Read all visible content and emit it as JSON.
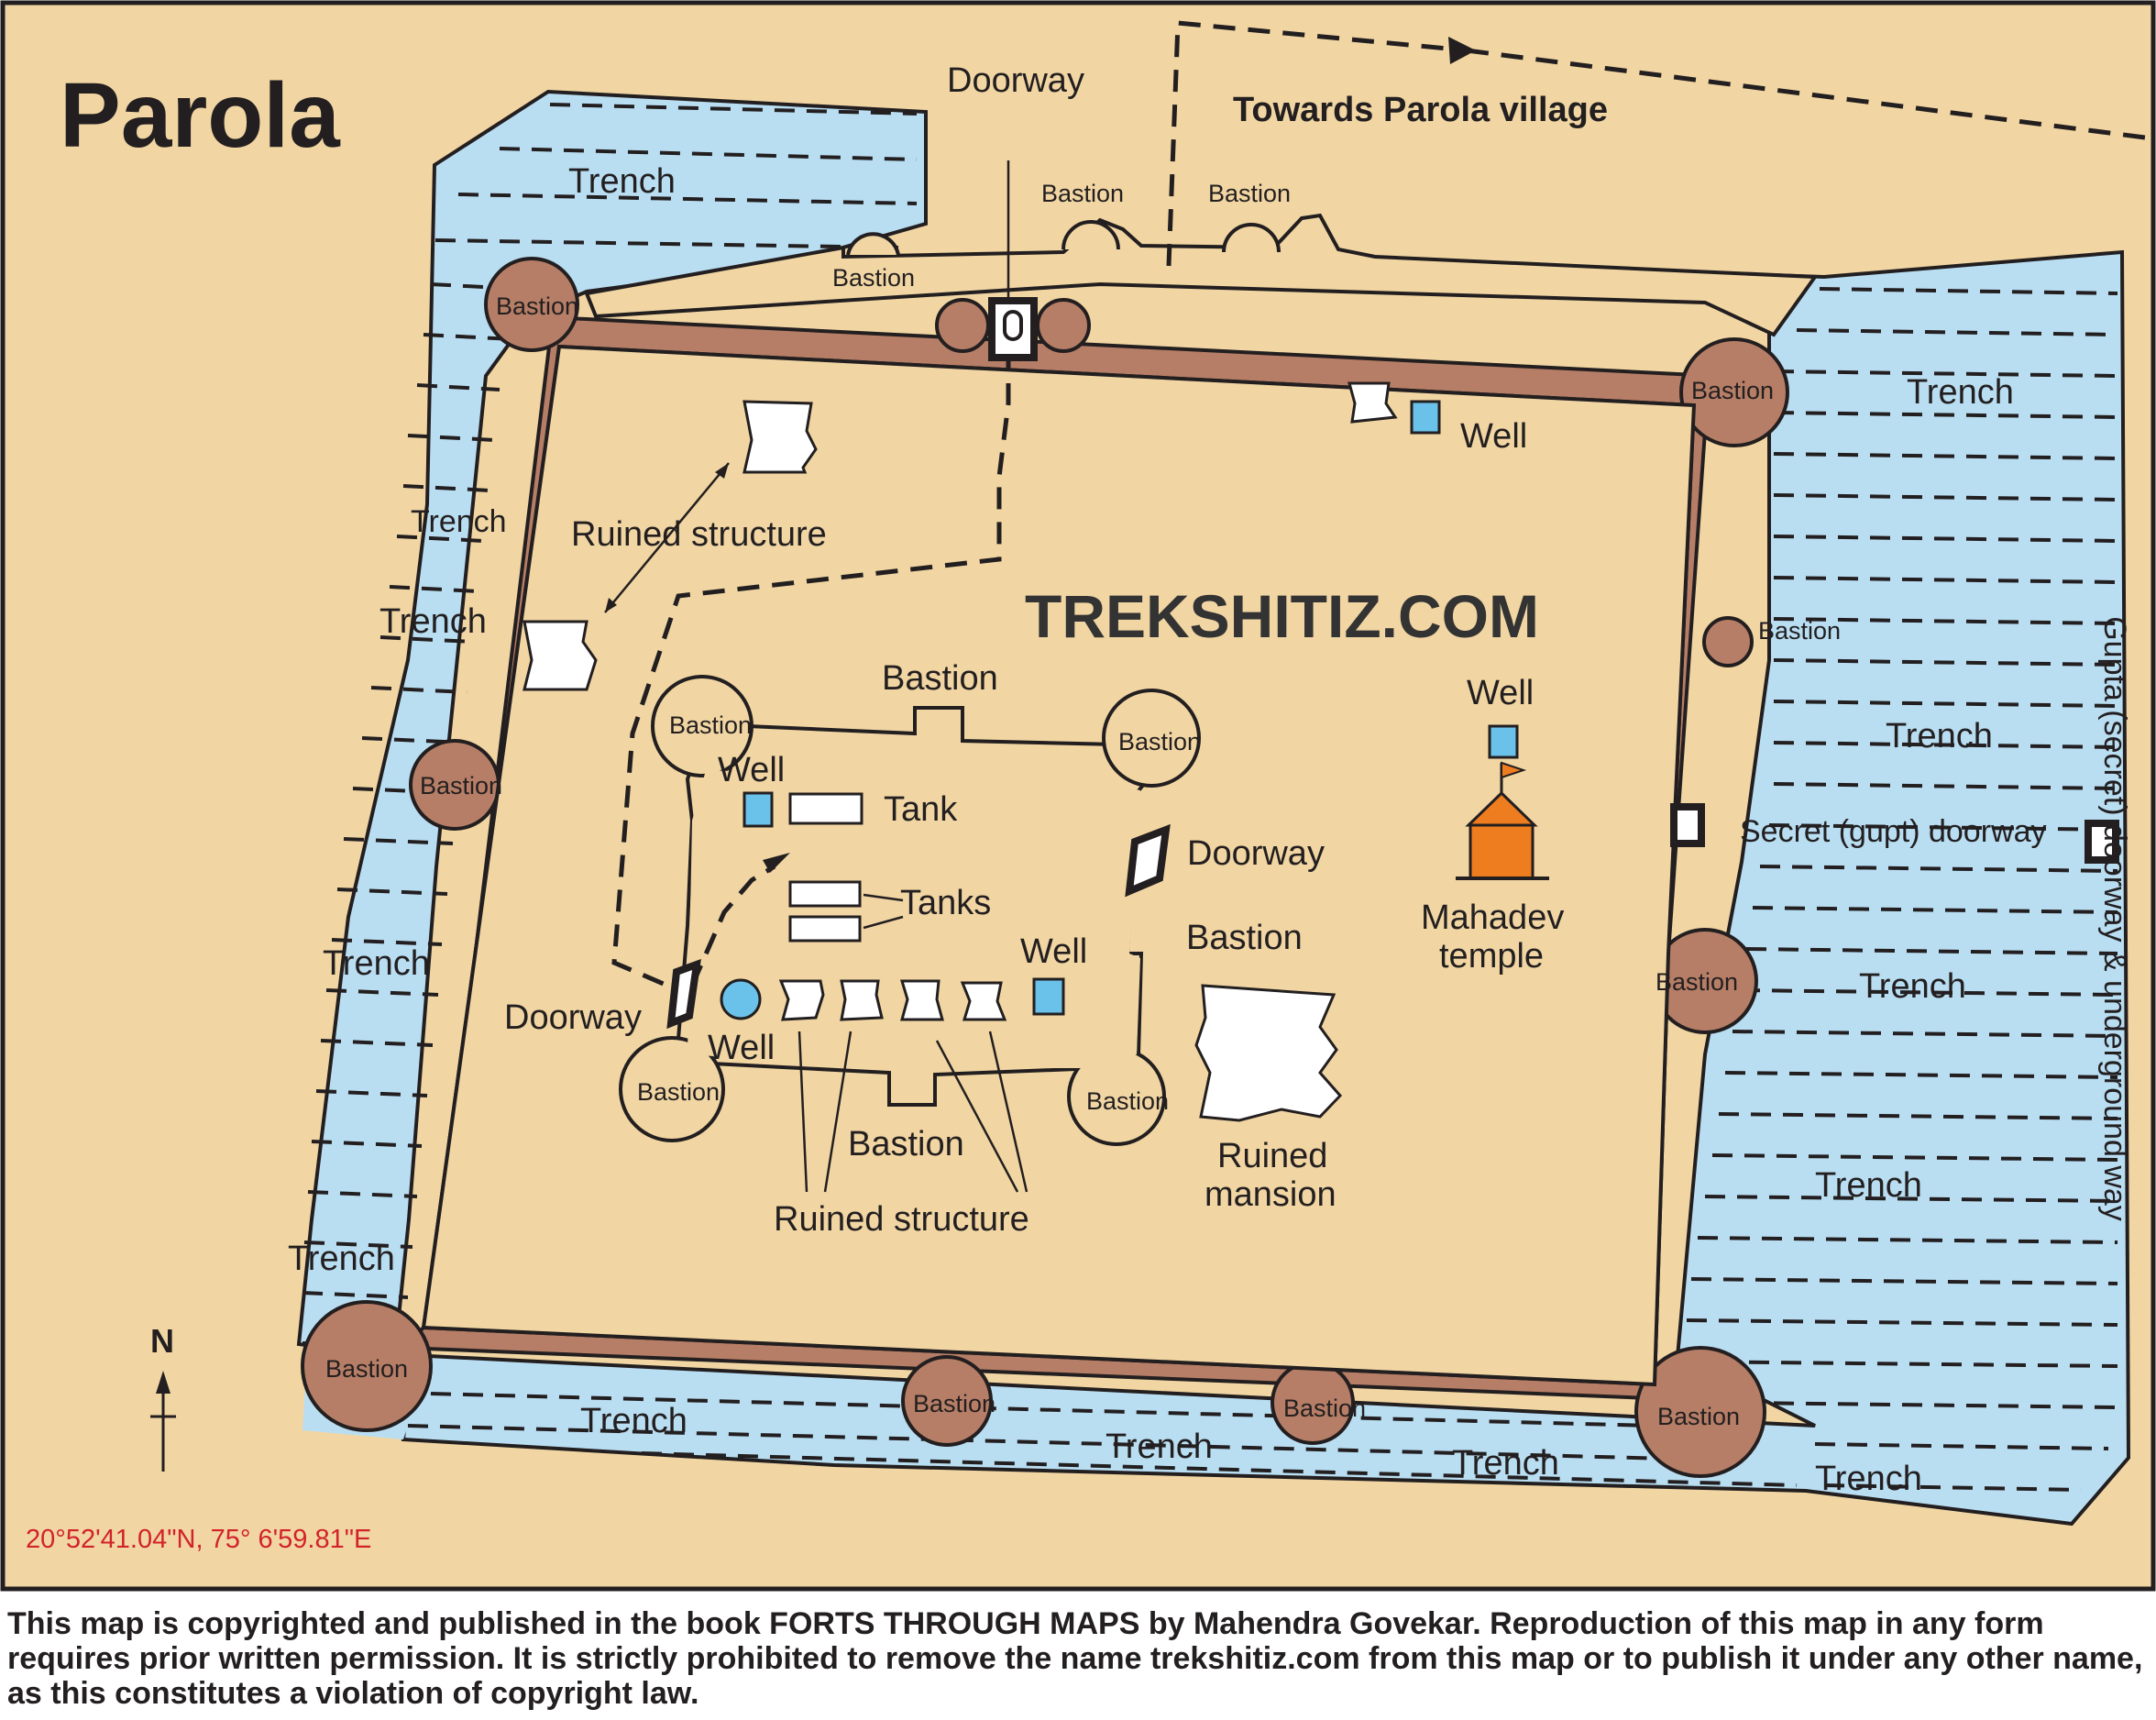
{
  "title": "Parola",
  "brand": "TREKSHITIZ.COM",
  "coordinates": "20°52'41.04\"N, 75° 6'59.81\"E",
  "north_label": "N",
  "towards_label": "Towards Parola village",
  "side_label": "Gupta (secret) doorway & underground way",
  "copyright": "This map is copyrighted and published in the book FORTS THROUGH MAPS by Mahendra Govekar. Reproduction of this map in any form requires prior written permission. It is strictly prohibited to remove the name trekshitiz.com from this map or to publish it under any other name, as this constitutes a violation of copyright law.",
  "labels": {
    "doorway_top": "Doorway",
    "bastion_top_a": "Bastion",
    "bastion_top_b": "Bastion",
    "bastion_top_c": "Bastion",
    "bastion_nw": "Bastion",
    "bastion_ne": "Bastion",
    "bastion_east": "Bastion",
    "bastion_east_lower": "Bastion",
    "bastion_west": "Bastion",
    "bastion_sw": "Bastion",
    "bastion_s1": "Bastion",
    "bastion_s2": "Bastion",
    "bastion_se": "Bastion",
    "trench_nw": "Trench",
    "trench_w1": "Trench",
    "trench_w2": "Trench",
    "trench_w3": "Trench",
    "trench_w4": "Trench",
    "trench_s1": "Trench",
    "trench_s2": "Trench",
    "trench_s3": "Trench",
    "trench_e1": "Trench",
    "trench_e2": "Trench",
    "trench_e3": "Trench",
    "trench_e4": "Trench",
    "trench_e5": "Trench",
    "ruined_structure_top": "Ruined structure",
    "well_ne": "Well",
    "well_temple": "Well",
    "secret_doorway": "Secret (gupt) doorway",
    "mahadev_temple_1": "Mahadev",
    "mahadev_temple_2": "temple",
    "ruined_mansion_1": "Ruined",
    "ruined_mansion_2": "mansion",
    "inner_bastion_top": "Bastion",
    "inner_bastion_nw": "Bastion",
    "inner_bastion_ne": "Bastion",
    "inner_bastion_east": "Bastion",
    "inner_bastion_sw": "Bastion",
    "inner_bastion_se": "Bastion",
    "inner_bastion_bottom": "Bastion",
    "inner_well_1": "Well",
    "inner_well_2": "Well",
    "inner_well_3": "Well",
    "tank": "Tank",
    "tanks": "Tanks",
    "doorway_inner_east": "Doorway",
    "doorway_inner_west": "Doorway",
    "ruined_structure_inner": "Ruined structure"
  },
  "colors": {
    "background": "#f1d6a3",
    "trench": "#b9def2",
    "wall": "#b67e66",
    "well": "#6ac2ea",
    "temple": "#ee7d20",
    "outline": "#231f20",
    "coordinates": "#d2232a"
  }
}
